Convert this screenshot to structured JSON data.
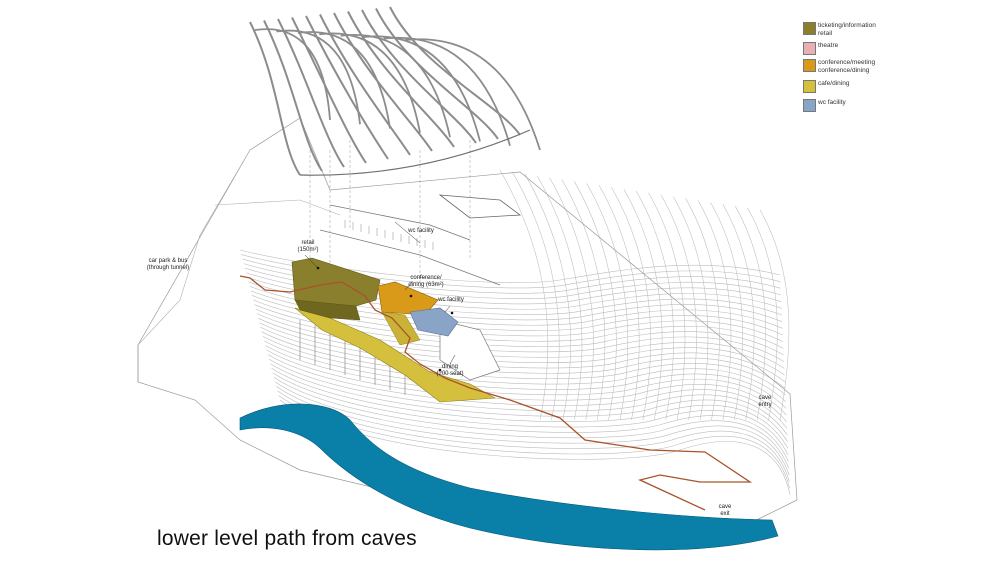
{
  "caption": "lower level path from caves",
  "legend": {
    "items": [
      {
        "label": "ticketing/information\nretail",
        "color": "#8a7f2c"
      },
      {
        "label": "theatre",
        "color": "#e8b0b2"
      },
      {
        "label": "conference/meeting\nconference/dining",
        "color": "#d89a18"
      },
      {
        "label": "cafe/dining",
        "color": "#d4c03c"
      },
      {
        "label": "wc facility",
        "color": "#8aa4c8"
      }
    ]
  },
  "labels": {
    "car_park": "car park & bus\n(through tunnel)",
    "retail": "retail\n(150m²)",
    "wc_upper": "wc facility",
    "conference": "conference/\ndining (63m²)",
    "wc_lower": "wc facility",
    "dining": "dining\n(200 seat)",
    "cave_entry": "cave\nentry",
    "cave_exit": "cave\nexit"
  },
  "colors": {
    "river": "#0a7fa8",
    "path": "#a8532a",
    "roof": "#8c8c8c",
    "contour": "#bcbcbc"
  }
}
